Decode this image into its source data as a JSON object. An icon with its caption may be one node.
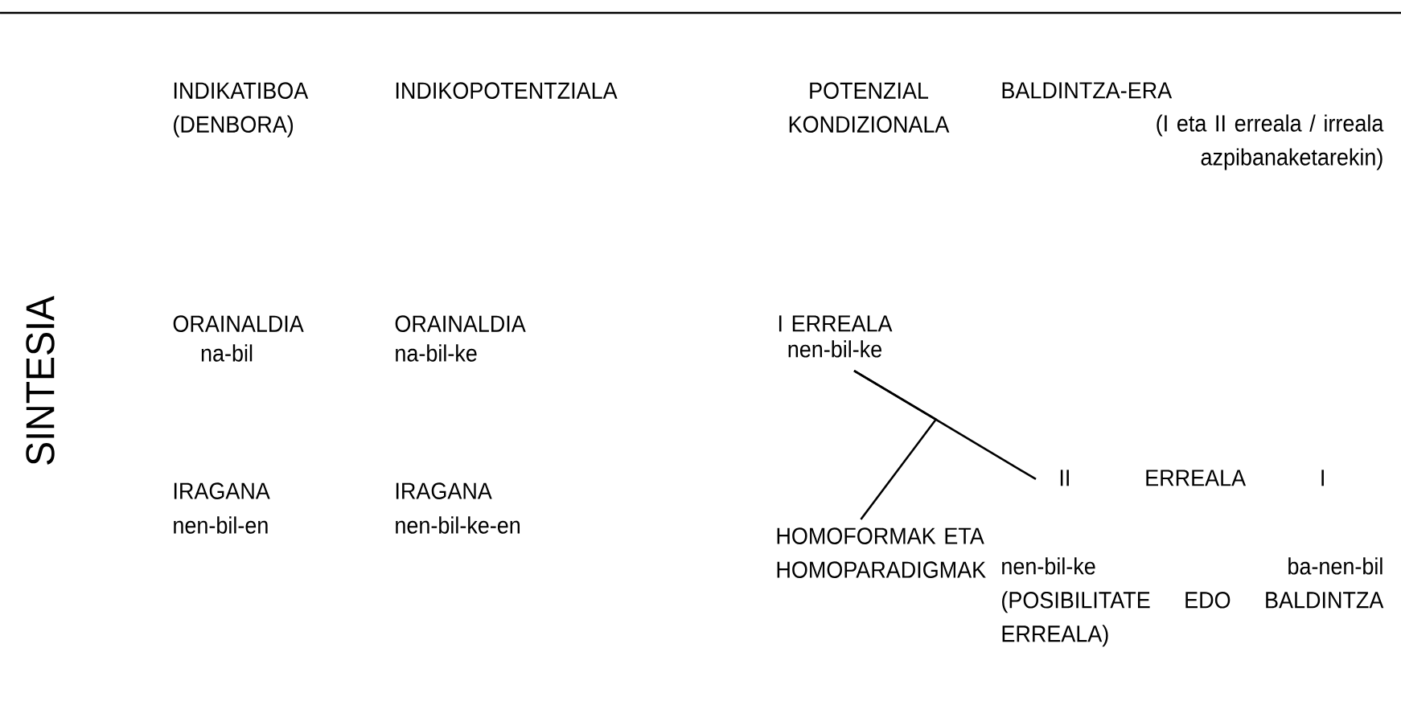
{
  "diagram": {
    "nodes": [
      {
        "text": [
          "I ERREALA",
          "nen-bil-ke"
        ]
      },
      {
        "text": [
          "HOMOFORMAK ETA HOMOPARADIGMAK"
        ]
      },
      {
        "text": [
          "II ERREALA I",
          "nen-bil-ke",
          "ba-nen-bil",
          "(POSIBILITATE EDO BALDINTZA ERREALA)"
        ]
      }
    ],
    "edges": [
      {
        "from": 0,
        "to": 2,
        "arrow": "none"
      },
      {
        "from": 0,
        "to": 1,
        "arrow": "none"
      }
    ],
    "labels": [
      "INDIKATIBOA (DENBORA)",
      "INDIKOPOTENTZIALA",
      "POTENZIAL KONDIZIONALA",
      "BALDINTZA-ERA",
      "(I eta II erreala / irreala azpibanaketarekin)",
      "SINTESIA",
      "ORAINALDIA",
      "na-bil",
      "ORAINALDIA",
      "na-bil-ke",
      "IRAGANA",
      "nen-bil-en",
      "IRAGANA",
      "nen-bil-ke-en"
    ]
  }
}
